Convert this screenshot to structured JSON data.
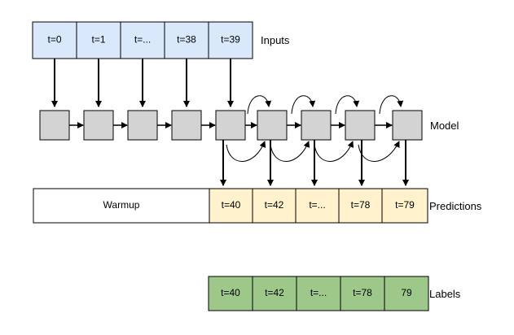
{
  "row_labels": {
    "inputs": "Inputs",
    "model": "Model",
    "predictions": "Predictions",
    "labels": "Labels"
  },
  "inputs": [
    "t=0",
    "t=1",
    "t=...",
    "t=38",
    "t=39"
  ],
  "warmup_label": "Warmup",
  "predictions": [
    "t=40",
    "t=42",
    "t=...",
    "t=78",
    "t=79"
  ],
  "labels": [
    "t=40",
    "t=42",
    "t=...",
    "t=78",
    "79"
  ],
  "colors": {
    "inputs_fill": "#dae8fc",
    "inputs_stroke": "#000000",
    "model_fill": "#d3d3d3",
    "predictions_fill": "#fff2cc",
    "warmup_fill": "#ffffff",
    "labels_fill": "#9dc88a",
    "arrow": "#000000"
  }
}
